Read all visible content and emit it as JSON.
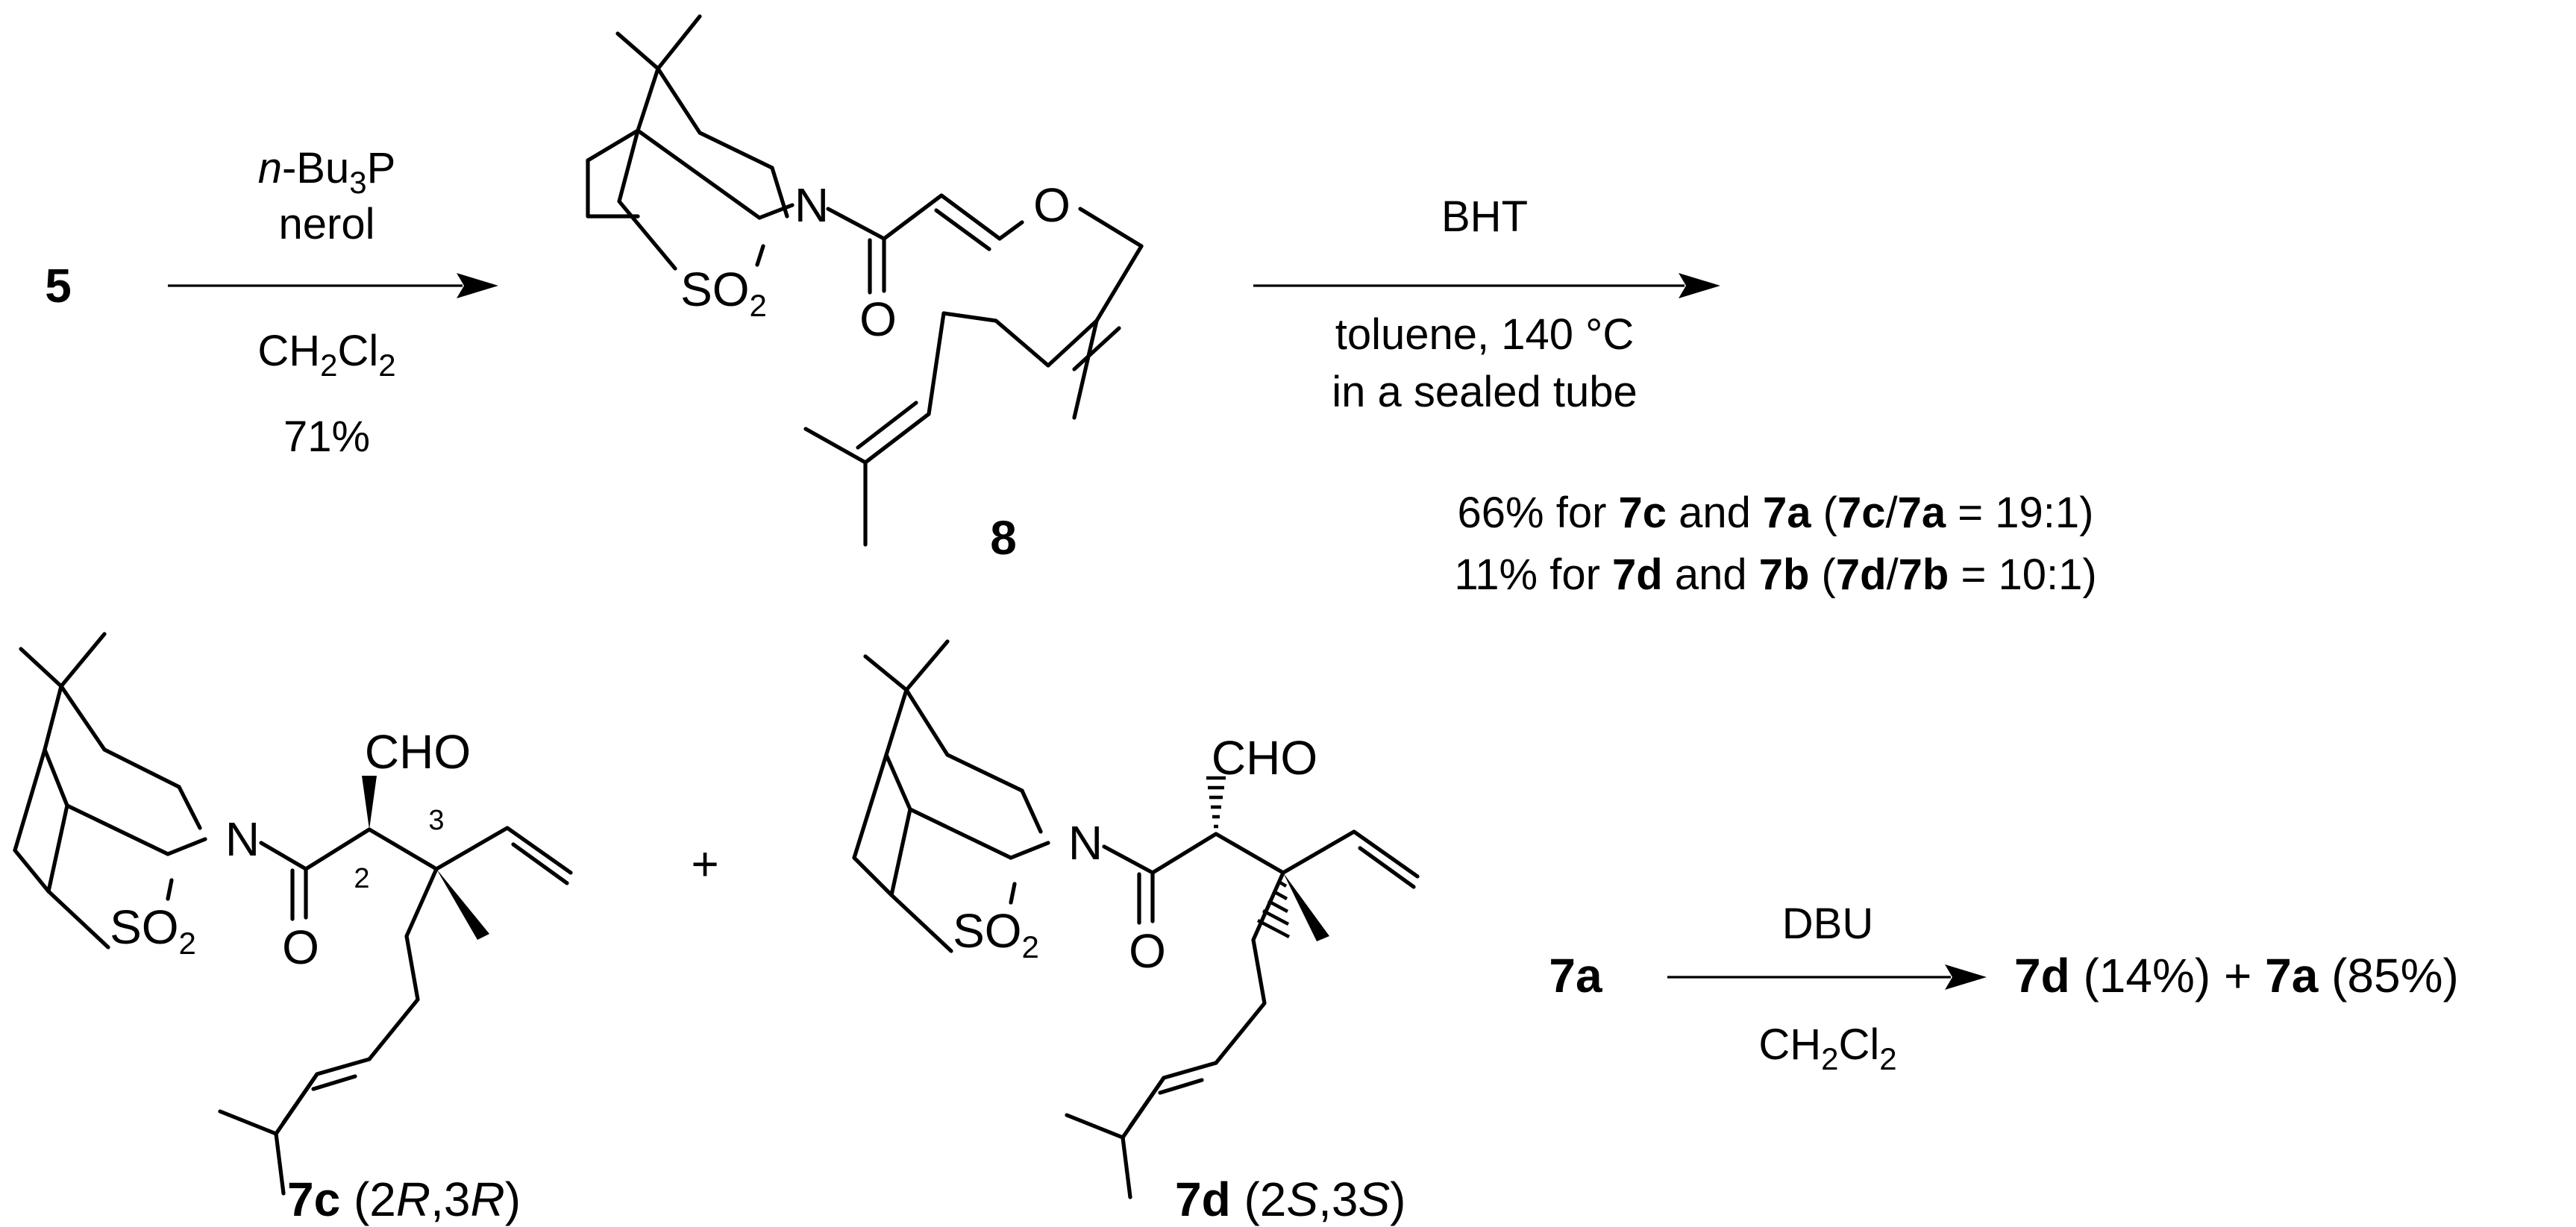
{
  "compounds": {
    "start": "5",
    "product_8": "8",
    "prod_7c": "7c",
    "prod_7c_config": "(2R,3R)",
    "prod_7d": "7d",
    "prod_7d_config": "(2S,3S)",
    "start_7a": "7a"
  },
  "atoms": {
    "N": "N",
    "O": "O",
    "SO2": "SO2",
    "CHO": "CHO",
    "locant_2": "2",
    "locant_3": "3"
  },
  "step1": {
    "reagent_line1": "n-Bu3P",
    "reagent_line2": "nerol",
    "solvent": "CH2Cl2",
    "yield": "71%"
  },
  "step2": {
    "reagent": "BHT",
    "conditions_line1": "toluene, 140 °C",
    "conditions_line2": "in a sealed tube",
    "result_line1": "66% for 7c and 7a (7c/7a = 19:1)",
    "result_line2": "11% for 7d and 7b (7d/7b = 10:1)"
  },
  "plus": "+",
  "step3": {
    "reagent": "DBU",
    "solvent": "CH2Cl2",
    "product_7d_yield": "(14%)",
    "product_7a_yield": "(85%)"
  }
}
